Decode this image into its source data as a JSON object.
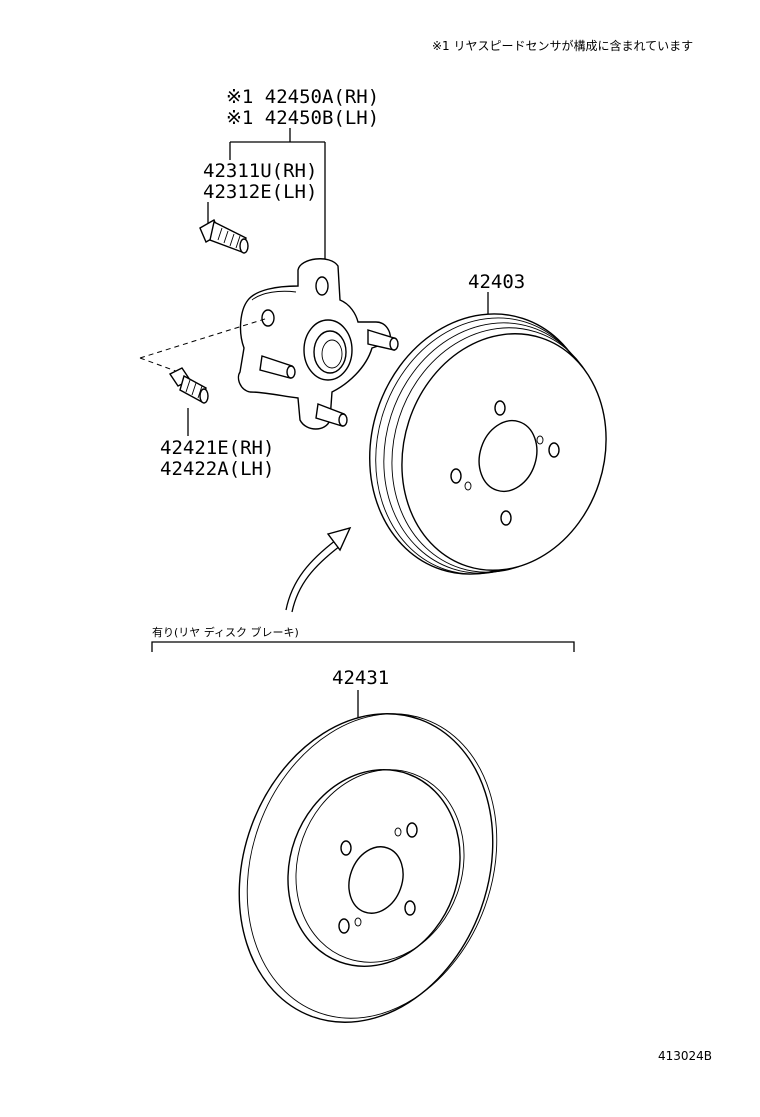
{
  "header_note": "※1 リヤスピードセンサが構成に含まれています",
  "callouts": {
    "hub_rh": "※1 42450A(RH)",
    "hub_lh": "※1 42450B(LH)",
    "stud_rh": "42311U(RH)",
    "stud_lh": "42312E(LH)",
    "bolt_rh": "42421E(RH)",
    "bolt_lh": "42422A(LH)",
    "drum": "42403",
    "disc": "42431"
  },
  "option_label": "有り(リヤ ディスク ブレーキ)",
  "figure_id": "413024B"
}
